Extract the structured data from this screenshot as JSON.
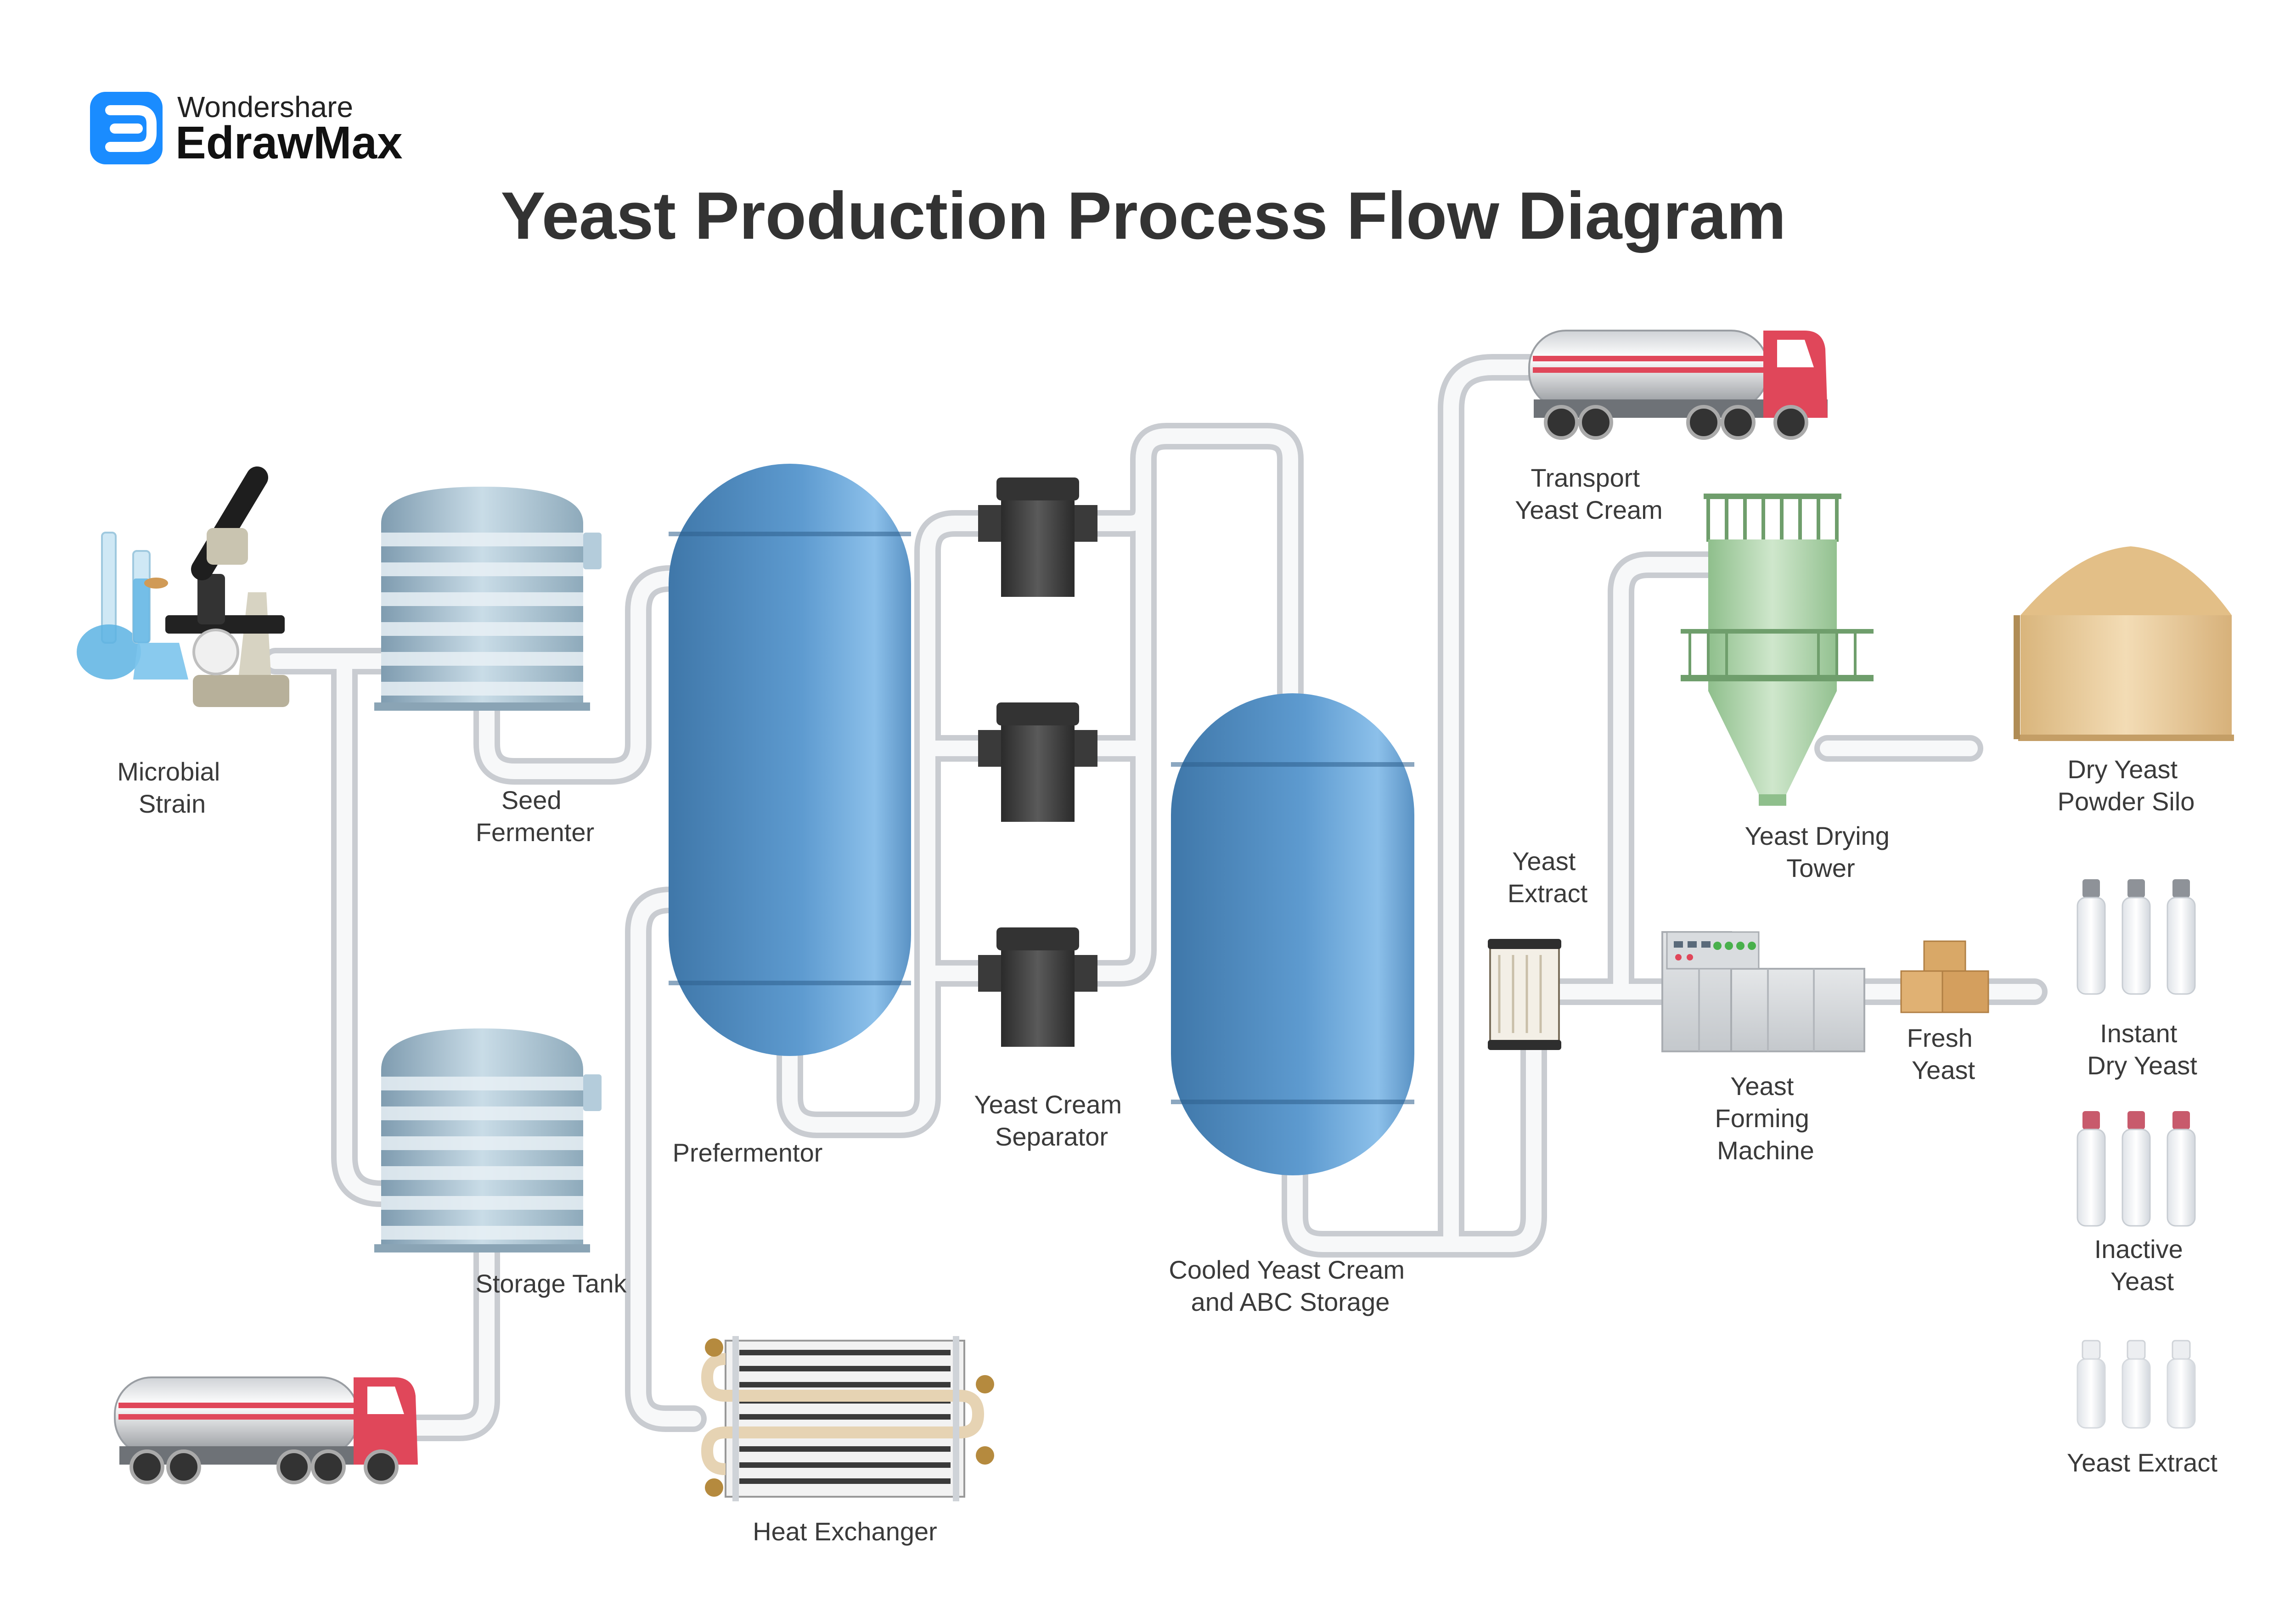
{
  "title": "Yeast Production Process Flow Diagram",
  "brand": {
    "company": "Wondershare",
    "product": "EdrawMax",
    "logo_icon": "edrawmax-logo-icon"
  },
  "labels": {
    "microbial_strain": [
      "Microbial",
      "Strain"
    ],
    "seed_fermenter": [
      "Seed",
      "Fermenter"
    ],
    "storage_tank": [
      "Storage Tank"
    ],
    "prefermentor": [
      "Prefermentor"
    ],
    "heat_exchanger": [
      "Heat Exchanger"
    ],
    "yeast_cream_separator": [
      "Yeast Cream",
      "Separator"
    ],
    "cooled_yeast_cream_storage": [
      "Cooled Yeast Cream",
      "and ABC Storage"
    ],
    "transport_yeast_cream": [
      "Transport",
      "Yeast Cream"
    ],
    "yeast_extract_filter": [
      "Yeast",
      "Extract"
    ],
    "yeast_drying_tower": [
      "Yeast Drying",
      "Tower"
    ],
    "dry_yeast_powder_silo": [
      "Dry Yeast",
      "Powder Silo"
    ],
    "yeast_forming_machine": [
      "Yeast",
      "Forming",
      "Machine"
    ],
    "fresh_yeast": [
      "Fresh",
      "Yeast"
    ],
    "instant_dry_yeast": [
      "Instant",
      "Dry Yeast"
    ],
    "inactive_yeast": [
      "Inactive",
      "Yeast"
    ],
    "yeast_extract_product": [
      "Yeast Extract"
    ]
  },
  "colors": {
    "tank_blue": "#5b95c9",
    "tank_steel": "#a9c3d3",
    "truck_red": "#e0475a",
    "tower_green": "#a9cfa6",
    "silo_tan": "#e8c99a",
    "pipe": "#c9ccd1",
    "brand_blue": "#1a8cff"
  },
  "icons": [
    "microscope-icon",
    "tanker-truck-icon",
    "filter-icon",
    "boxes-icon",
    "bottle-icon",
    "silo-icon"
  ]
}
